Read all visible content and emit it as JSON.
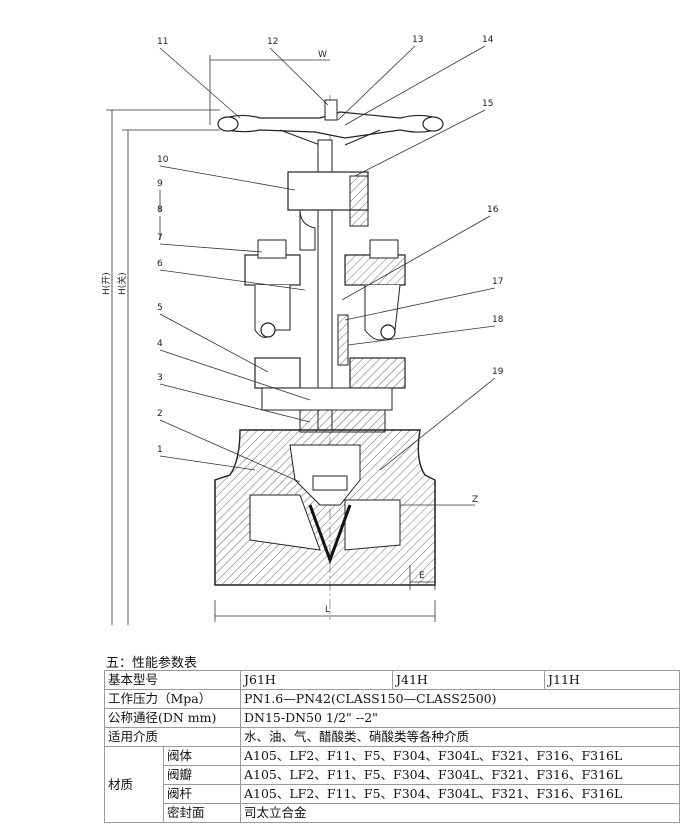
{
  "drawing": {
    "part_numbers": [
      "1",
      "2",
      "3",
      "4",
      "5",
      "6",
      "7",
      "8",
      "9",
      "10",
      "11",
      "12",
      "13",
      "14",
      "15",
      "16",
      "17",
      "18",
      "19"
    ],
    "dim_w": "W",
    "dim_l": "L",
    "dim_e": "E",
    "dim_z": "Z",
    "dim_h_open": "H(开)",
    "dim_h_close": "H(关)"
  },
  "section_title": "五：性能参数表",
  "table": {
    "model_label": "基本型号",
    "models": [
      "J61H",
      "J41H",
      "J11H"
    ],
    "pressure_label": "工作压力（Mpa）",
    "pressure_value": "PN1.6—PN42(CLASS150—CLASS2500)",
    "diameter_label": "公称通径(DN mm)",
    "diameter_value": "DN15-DN50 1/2\" --2\"",
    "medium_label": "适用介质",
    "medium_value": "水、油、气、醋酸类、硝酸类等各种介质",
    "material_label": "材质",
    "materials": [
      {
        "part": "阀体",
        "value": "A105、LF2、F11、F5、F304、F304L、F321、F316、F316L"
      },
      {
        "part": "阀瓣",
        "value": "A105、LF2、F11、F5、F304、F304L、F321、F316、F316L"
      },
      {
        "part": "阀杆",
        "value": "A105、LF2、F11、F5、F304、F304L、F321、F316、F316L"
      },
      {
        "part": "密封面",
        "value": "司太立合金"
      }
    ]
  }
}
